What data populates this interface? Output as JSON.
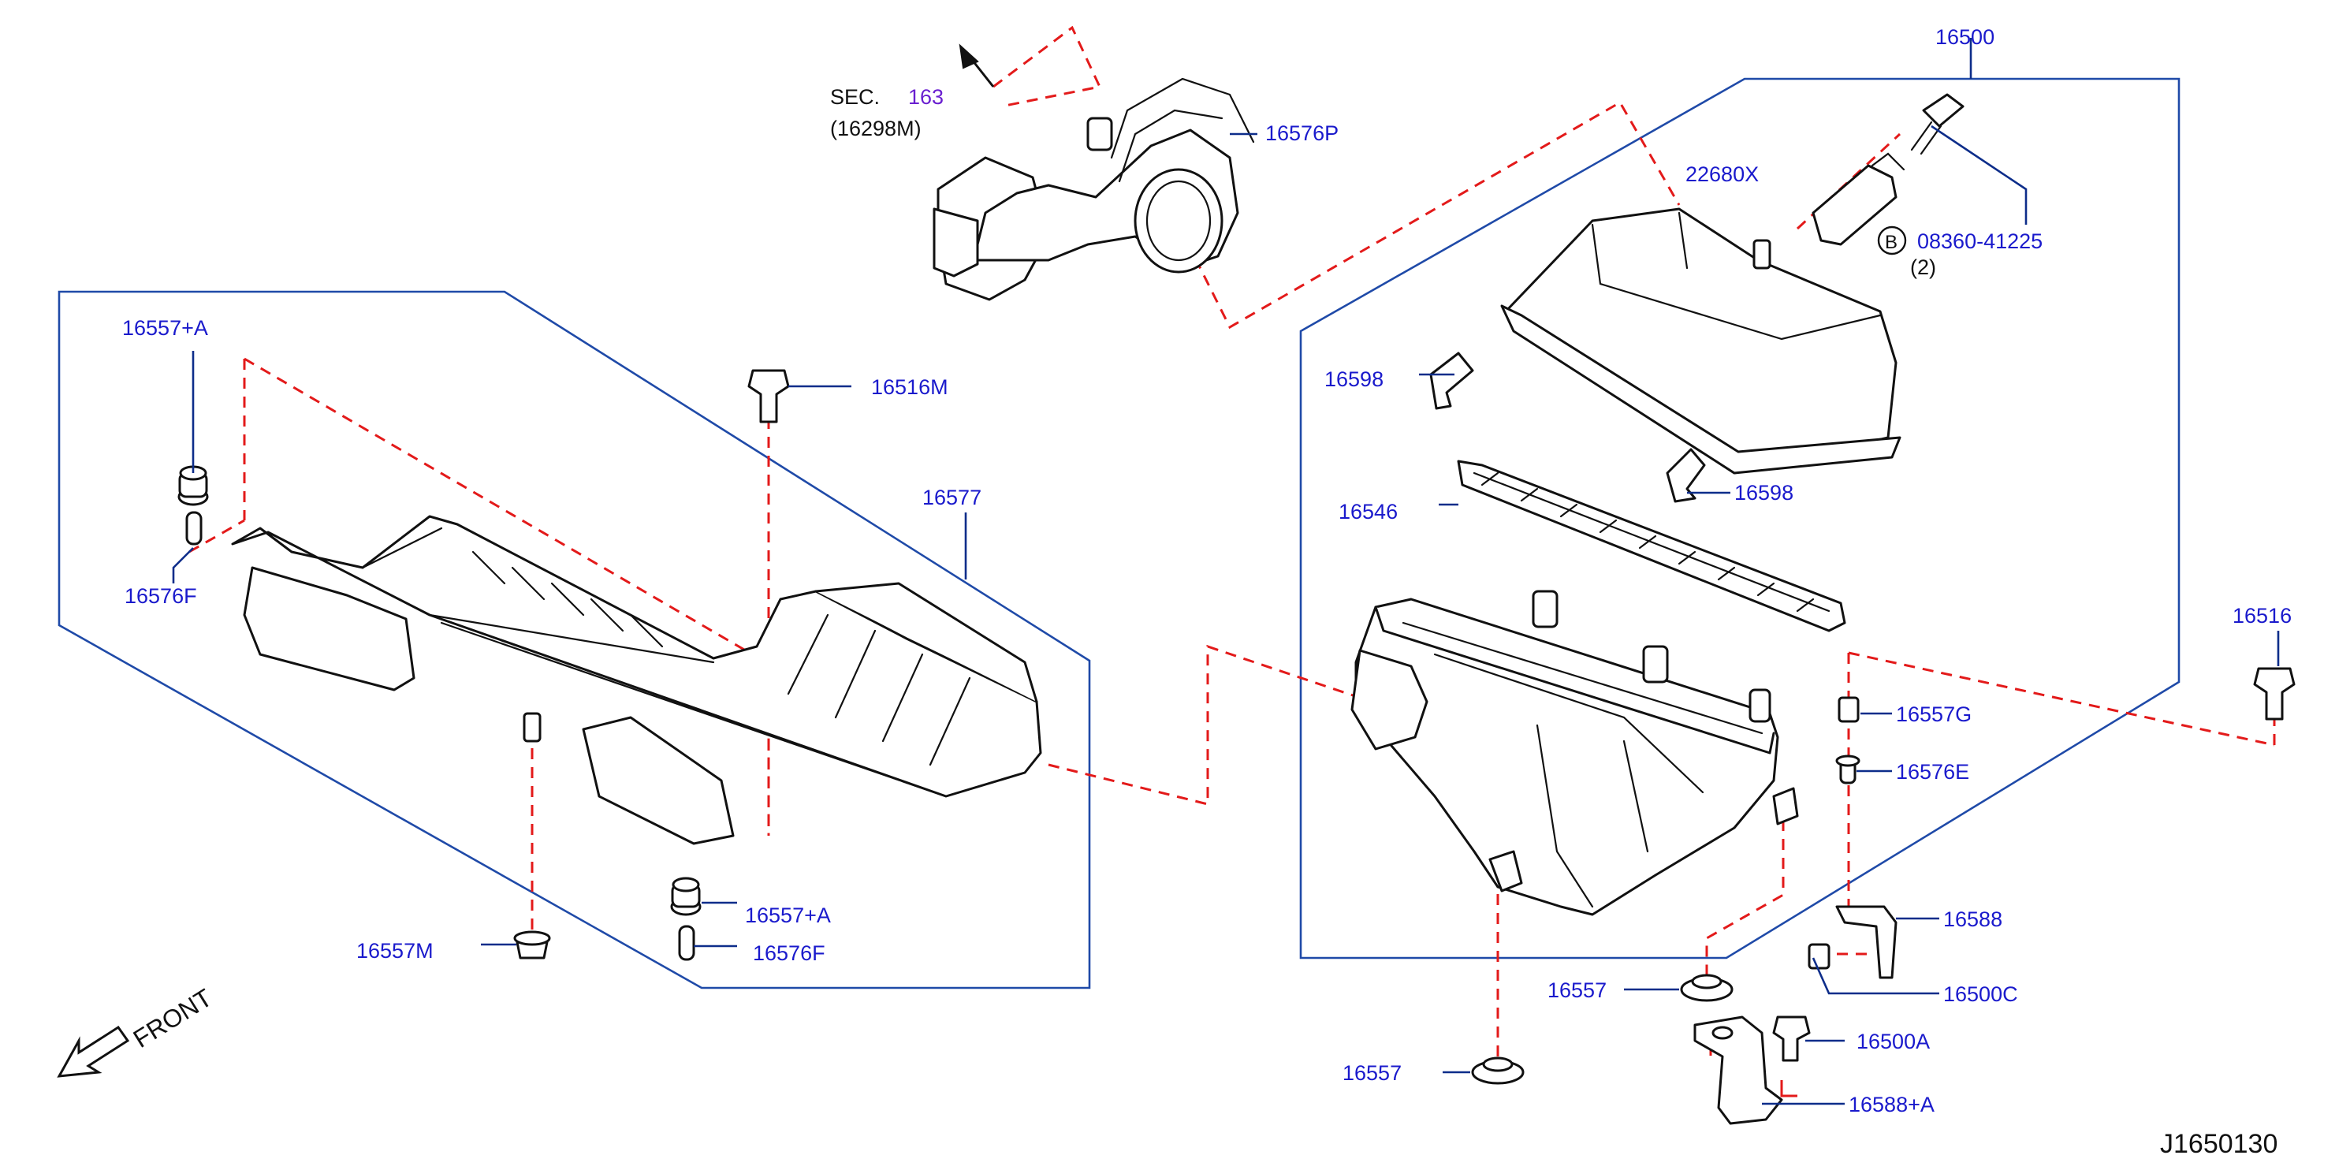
{
  "diagram_id": "J1650130",
  "front_label": "FRONT",
  "sec_ref": {
    "prefix": "SEC.",
    "number": "163",
    "sub": "(16298M)"
  },
  "parts": {
    "p16500": "16500",
    "p16576P": "16576P",
    "p22680X": "22680X",
    "p08360": "08360-41225",
    "p08360_qty": "(2)",
    "bolt_badge": "B",
    "p16598_a": "16598",
    "p16598_b": "16598",
    "p16546": "16546",
    "p16516": "16516",
    "p16557G": "16557G",
    "p16576E": "16576E",
    "p16588": "16588",
    "p16500C": "16500C",
    "p16500A": "16500A",
    "p16588A": "16588+A",
    "p16557_a": "16557",
    "p16557_b": "16557",
    "p16557A_a": "16557+A",
    "p16557A_b": "16557+A",
    "p16576F_a": "16576F",
    "p16576F_b": "16576F",
    "p16516M": "16516M",
    "p16577": "16577",
    "p16557M": "16557M"
  }
}
